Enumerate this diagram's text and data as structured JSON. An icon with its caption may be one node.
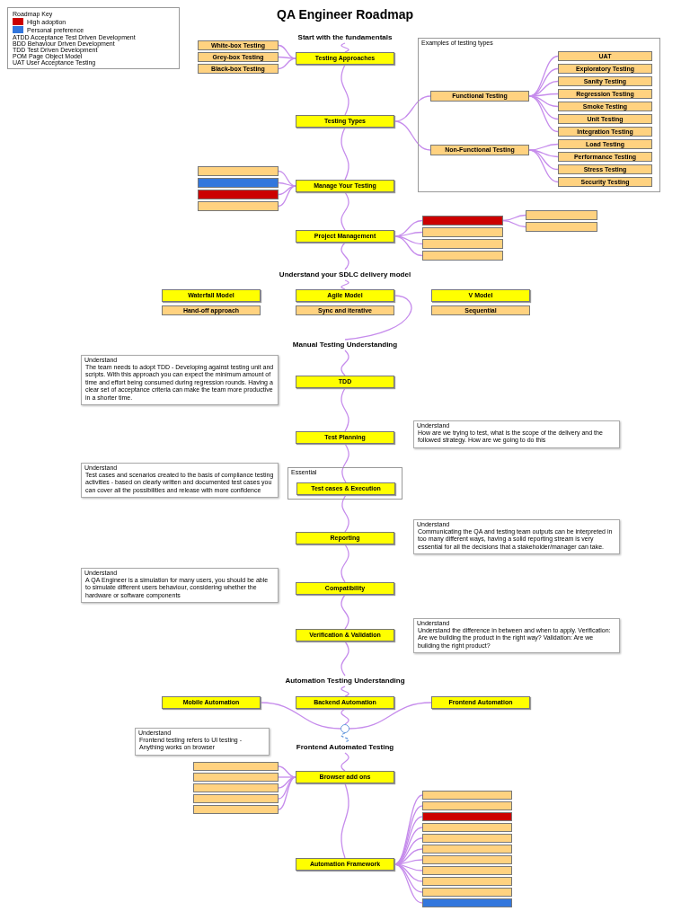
{
  "diagram": {
    "title": "QA Engineer Roadmap",
    "nodes": [
      {
        "text": [
          "Start with the fundamentals"
        ]
      },
      {
        "text": [
          "Testing Approaches"
        ]
      },
      {
        "text": [
          "White-box Testing"
        ]
      },
      {
        "text": [
          "Grey-box Testing"
        ]
      },
      {
        "text": [
          "Black-box Testing"
        ]
      },
      {
        "text": [
          "Testing Types"
        ]
      },
      {
        "text": [
          "Examples of testing types"
        ]
      },
      {
        "text": [
          "Functional Testing"
        ],
        "in": 6
      },
      {
        "text": [
          "Non-Functional Testing"
        ],
        "in": 6
      },
      {
        "text": [
          "UAT"
        ],
        "in": 6
      },
      {
        "text": [
          "Exploratory Testing"
        ],
        "in": 6
      },
      {
        "text": [
          "Sanity Testing"
        ],
        "in": 6
      },
      {
        "text": [
          "Regression Testing"
        ],
        "in": 6
      },
      {
        "text": [
          "Smoke Testing"
        ],
        "in": 6
      },
      {
        "text": [
          "Unit Testing"
        ],
        "in": 6
      },
      {
        "text": [
          "Integration Testing"
        ],
        "in": 6
      },
      {
        "text": [
          "Load Testing"
        ],
        "in": 6
      },
      {
        "text": [
          "Performance Testing"
        ],
        "in": 6
      },
      {
        "text": [
          "Stress Testing"
        ],
        "in": 6
      },
      {
        "text": [
          "Security Testing"
        ],
        "in": 6
      },
      {
        "text": [
          "Manage Your Testing"
        ]
      },
      {
        "text": [],
        "shape": "box"
      },
      {
        "text": [],
        "shape": "box"
      },
      {
        "text": [],
        "shape": "box"
      },
      {
        "text": [],
        "shape": "box"
      },
      {
        "text": [
          "Project Management"
        ]
      },
      {
        "text": [],
        "shape": "box"
      },
      {
        "text": [],
        "shape": "box"
      },
      {
        "text": [],
        "shape": "box"
      },
      {
        "text": [],
        "shape": "box"
      },
      {
        "text": [],
        "shape": "box"
      },
      {
        "text": [],
        "shape": "box"
      },
      {
        "text": [
          "Understand your SDLC delivery model"
        ]
      },
      {
        "text": [
          "Waterfall Model"
        ]
      },
      {
        "text": [
          "Hand-off approach"
        ]
      },
      {
        "text": [
          "Agile Model"
        ]
      },
      {
        "text": [
          "Sync and iterative"
        ]
      },
      {
        "text": [
          "V Model"
        ]
      },
      {
        "text": [
          "Sequential"
        ]
      },
      {
        "text": [
          "Manual Testing Understanding"
        ]
      },
      {
        "text": [
          "Understand",
          "The team needs to adopt TDD - Developing against testing unit and scripts. With this approach you can expect the minimum amount of time and effort being consumed during regression rounds. Having a clear set of acceptance criteria can make the team more productive in a shorter time."
        ]
      },
      {
        "text": [
          "TDD"
        ]
      },
      {
        "text": [
          "Test Planning"
        ]
      },
      {
        "text": [
          "Understand",
          "How are we trying to test, what is the scope of the delivery and the followed strategy. How are we going to do this"
        ]
      },
      {
        "text": [
          "Essential"
        ]
      },
      {
        "text": [
          "Test cases & Execution"
        ],
        "in": 44
      },
      {
        "text": [
          "Understand",
          "Test cases and scenarios created to the basis of compliance testing activities - based on clearly written and documented test cases you can cover all the possibilities and release with more confidence"
        ]
      },
      {
        "text": [
          "Reporting"
        ]
      },
      {
        "text": [
          "Understand",
          "Communicating the QA and testing team outputs can be interpreted in too many different ways, having a solid reporting stream is very essential for all the decisions that a stakeholder/manager can take."
        ]
      },
      {
        "text": [
          "Understand",
          "A QA Engineer is a simulation for many users, you should be able to simulate different users behaviour, considering whether the hardware or software components"
        ]
      },
      {
        "text": [
          "Compatibility"
        ]
      },
      {
        "text": [
          "Verification & Validation"
        ]
      },
      {
        "text": [
          "Understand",
          "Understand the difference in between and when to apply. Verification: Are we building the product in the right way? Validation: Are we building the right product?"
        ]
      },
      {
        "text": [
          "Automation Testing Understanding"
        ]
      },
      {
        "text": [
          "Mobile Automation"
        ]
      },
      {
        "text": [
          "Backend Automation"
        ]
      },
      {
        "text": [
          "Frontend Automation"
        ]
      },
      {
        "text": [],
        "shape": "circle"
      },
      {
        "text": [
          "Understand",
          "Frontend testing refers to UI testing - Anything works on browser"
        ]
      },
      {
        "text": [
          "Frontend Automated Testing"
        ]
      },
      {
        "text": [
          "Browser add ons"
        ]
      },
      {
        "text": [],
        "shape": "box"
      },
      {
        "text": [],
        "shape": "box"
      },
      {
        "text": [],
        "shape": "box"
      },
      {
        "text": [],
        "shape": "box"
      },
      {
        "text": [],
        "shape": "box"
      },
      {
        "text": [
          "Automation Framework"
        ]
      },
      {
        "text": [],
        "shape": "box"
      },
      {
        "text": [],
        "shape": "box"
      },
      {
        "text": [],
        "shape": "box"
      },
      {
        "text": [],
        "shape": "box"
      },
      {
        "text": [],
        "shape": "box"
      },
      {
        "text": [],
        "shape": "box"
      },
      {
        "text": [],
        "shape": "box"
      },
      {
        "text": [],
        "shape": "box"
      },
      {
        "text": [],
        "shape": "box"
      },
      {
        "text": [],
        "shape": "box"
      },
      {
        "text": [],
        "shape": "box"
      }
    ],
    "edges": [
      {
        "from": 0,
        "to": 1,
        "arrow": "none"
      },
      {
        "from": 1,
        "to": 2,
        "arrow": "none"
      },
      {
        "from": 1,
        "to": 3,
        "arrow": "none"
      },
      {
        "from": 1,
        "to": 4,
        "arrow": "none"
      },
      {
        "from": 1,
        "to": 5,
        "arrow": "none"
      },
      {
        "from": 5,
        "to": 7,
        "arrow": "none"
      },
      {
        "from": 5,
        "to": 8,
        "arrow": "none"
      },
      {
        "from": 7,
        "to": 9,
        "arrow": "none"
      },
      {
        "from": 7,
        "to": 10,
        "arrow": "none"
      },
      {
        "from": 7,
        "to": 11,
        "arrow": "none"
      },
      {
        "from": 7,
        "to": 12,
        "arrow": "none"
      },
      {
        "from": 7,
        "to": 13,
        "arrow": "none"
      },
      {
        "from": 7,
        "to": 14,
        "arrow": "none"
      },
      {
        "from": 7,
        "to": 15,
        "arrow": "none"
      },
      {
        "from": 8,
        "to": 16,
        "arrow": "none"
      },
      {
        "from": 8,
        "to": 17,
        "arrow": "none"
      },
      {
        "from": 8,
        "to": 18,
        "arrow": "none"
      },
      {
        "from": 8,
        "to": 19,
        "arrow": "none"
      },
      {
        "from": 5,
        "to": 20,
        "arrow": "none"
      },
      {
        "from": 20,
        "to": 21,
        "arrow": "none"
      },
      {
        "from": 20,
        "to": 22,
        "arrow": "none"
      },
      {
        "from": 20,
        "to": 23,
        "arrow": "none"
      },
      {
        "from": 20,
        "to": 24,
        "arrow": "none"
      },
      {
        "from": 20,
        "to": 25,
        "arrow": "none"
      },
      {
        "from": 25,
        "to": 26,
        "arrow": "none"
      },
      {
        "from": 25,
        "to": 27,
        "arrow": "none"
      },
      {
        "from": 25,
        "to": 28,
        "arrow": "none"
      },
      {
        "from": 25,
        "to": 29,
        "arrow": "none"
      },
      {
        "from": 26,
        "to": 30,
        "arrow": "none"
      },
      {
        "from": 26,
        "to": 31,
        "arrow": "none"
      },
      {
        "from": 25,
        "to": 32,
        "arrow": "none"
      },
      {
        "from": 32,
        "to": 35,
        "arrow": "none"
      },
      {
        "from": 35,
        "to": 39,
        "arrow": "none"
      },
      {
        "from": 39,
        "to": 41,
        "arrow": "none"
      },
      {
        "from": 41,
        "to": 42,
        "arrow": "none"
      },
      {
        "from": 42,
        "to": 45,
        "arrow": "none"
      },
      {
        "from": 45,
        "to": 47,
        "arrow": "none"
      },
      {
        "from": 47,
        "to": 50,
        "arrow": "none"
      },
      {
        "from": 50,
        "to": 51,
        "arrow": "none"
      },
      {
        "from": 51,
        "to": 53,
        "arrow": "none"
      },
      {
        "from": 53,
        "to": 55,
        "arrow": "none"
      },
      {
        "from": 54,
        "to": 57,
        "arrow": "none"
      },
      {
        "from": 55,
        "to": 57,
        "arrow": "none"
      },
      {
        "from": 56,
        "to": 57,
        "arrow": "none"
      },
      {
        "from": 57,
        "to": 59,
        "arrow": "none",
        "style": "dashed",
        "color": "#6699dd"
      },
      {
        "from": 59,
        "to": 60,
        "arrow": "none"
      },
      {
        "from": 60,
        "to": 61,
        "arrow": "none"
      },
      {
        "from": 60,
        "to": 62,
        "arrow": "none"
      },
      {
        "from": 60,
        "to": 63,
        "arrow": "none"
      },
      {
        "from": 60,
        "to": 64,
        "arrow": "none"
      },
      {
        "from": 60,
        "to": 65,
        "arrow": "none"
      },
      {
        "from": 60,
        "to": 66,
        "arrow": "none"
      },
      {
        "from": 66,
        "to": 67,
        "arrow": "none"
      },
      {
        "from": 66,
        "to": 68,
        "arrow": "none"
      },
      {
        "from": 66,
        "to": 69,
        "arrow": "none"
      },
      {
        "from": 66,
        "to": 70,
        "arrow": "none"
      },
      {
        "from": 66,
        "to": 71,
        "arrow": "none"
      },
      {
        "from": 66,
        "to": 72,
        "arrow": "none"
      },
      {
        "from": 66,
        "to": 73,
        "arrow": "none"
      },
      {
        "from": 66,
        "to": 74,
        "arrow": "none"
      },
      {
        "from": 66,
        "to": 75,
        "arrow": "none"
      },
      {
        "from": 66,
        "to": 76,
        "arrow": "none"
      },
      {
        "from": 66,
        "to": 77,
        "arrow": "none"
      }
    ],
    "labels": [
      "Roadmap Key",
      "ATDD Acceptance Test Driven Development",
      "BDD Behaviour Driven Development",
      "TDD Test Driven Development",
      "POM Page Object Model",
      "UAT User Acceptance Testing"
    ],
    "legend": [
      {
        "text": "High adoption",
        "color": "#cc0000"
      },
      {
        "text": "Personal preference",
        "color": "#3377dd"
      }
    ]
  }
}
